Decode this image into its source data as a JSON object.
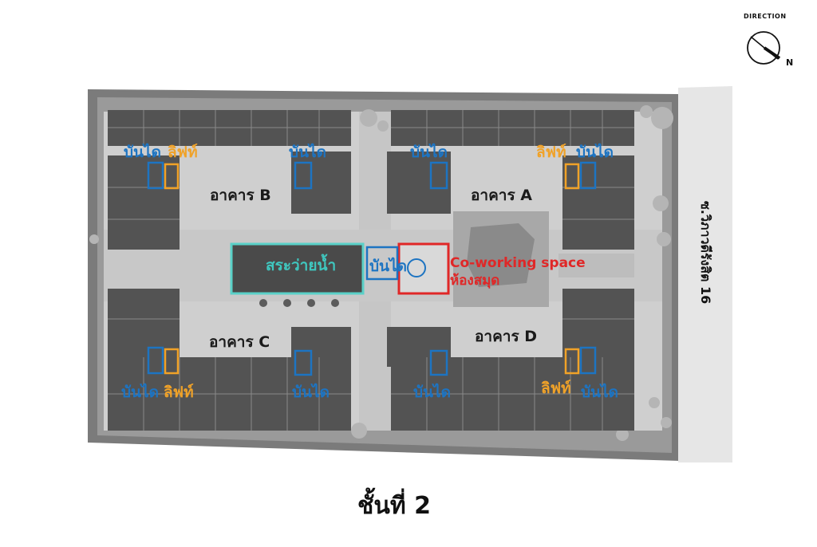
{
  "compass": {
    "heading": "DIRECTION",
    "north": "N"
  },
  "road": "ซ.วิภาวดีรังสิต 16",
  "floor_title": "ชั้นที่ 2",
  "labels": {
    "stair": "บันได",
    "lift": "ลิฟท์",
    "building_a": "อาคาร A",
    "building_b": "อาคาร B",
    "building_c": "อาคาร C",
    "building_d": "อาคาร D",
    "pool": "สระว่ายน้ำ",
    "coworking": "Co-working space",
    "library": "ห้องสมุด"
  },
  "colors": {
    "stair": "#1d74c2",
    "lift": "#f0a228",
    "pool": "#3fc7bf",
    "coworking": "#e02727"
  }
}
